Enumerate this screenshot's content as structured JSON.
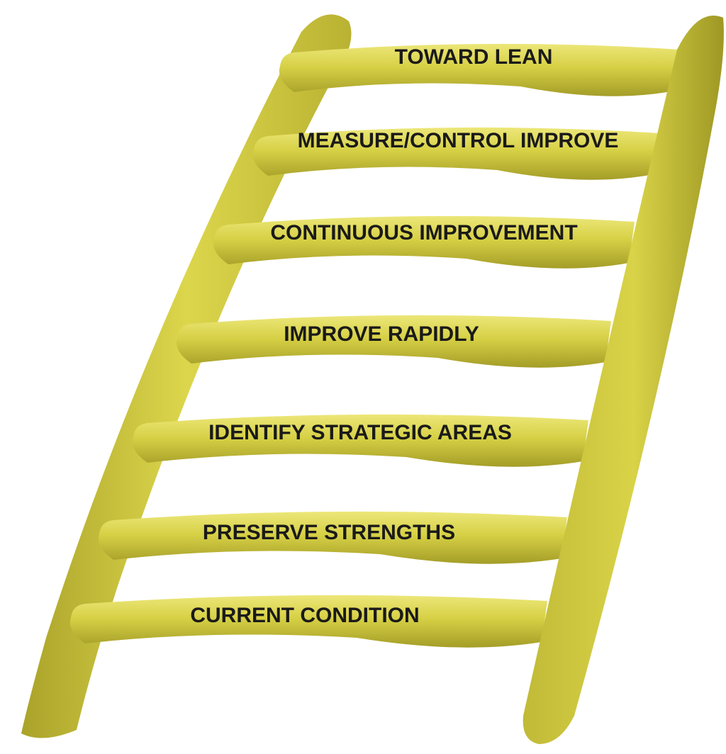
{
  "colors": {
    "ladder_light": "#e6e070",
    "ladder_main": "#cfc93e",
    "ladder_dark": "#9c9624",
    "label_text": "#1a1a1a"
  },
  "diagram": {
    "type": "ladder",
    "steps": [
      {
        "label": "TOWARD LEAN"
      },
      {
        "label": "MEASURE/CONTROL IMPROVE"
      },
      {
        "label": "CONTINUOUS IMPROVEMENT"
      },
      {
        "label": "IMPROVE RAPIDLY"
      },
      {
        "label": "IDENTIFY STRATEGIC AREAS"
      },
      {
        "label": "PRESERVE STRENGTHS"
      },
      {
        "label": "CURRENT CONDITION"
      }
    ]
  }
}
